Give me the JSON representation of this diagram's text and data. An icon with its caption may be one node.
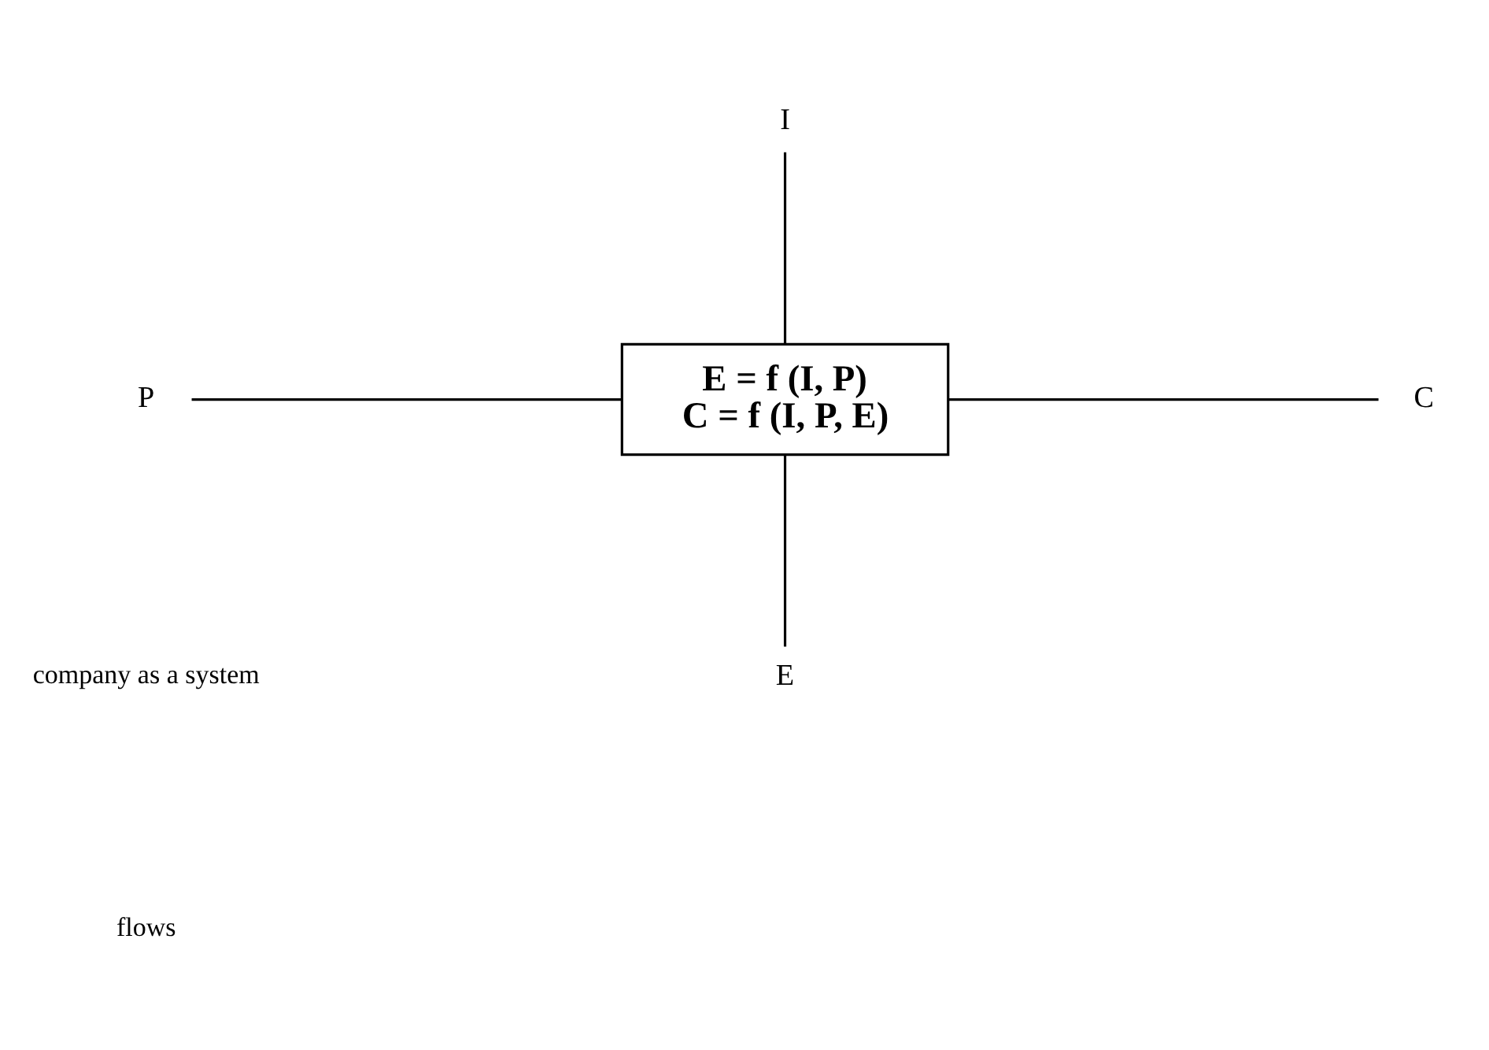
{
  "diagram": {
    "nodes": [
      {
        "text": [
          "I"
        ]
      },
      {
        "text": [
          "P"
        ]
      },
      {
        "text": [
          "E = f (I, P)",
          "C = f (I, P, E)"
        ]
      },
      {
        "text": [
          "C"
        ]
      },
      {
        "text": [
          "E"
        ]
      }
    ],
    "edges": [
      {
        "from": 0,
        "to": 2,
        "arrow": "none"
      },
      {
        "from": 1,
        "to": 2,
        "arrow": "none"
      },
      {
        "from": 2,
        "to": 3,
        "arrow": "none"
      },
      {
        "from": 2,
        "to": 4,
        "arrow": "none"
      }
    ],
    "labels": [
      "company as a system",
      "flows"
    ]
  }
}
